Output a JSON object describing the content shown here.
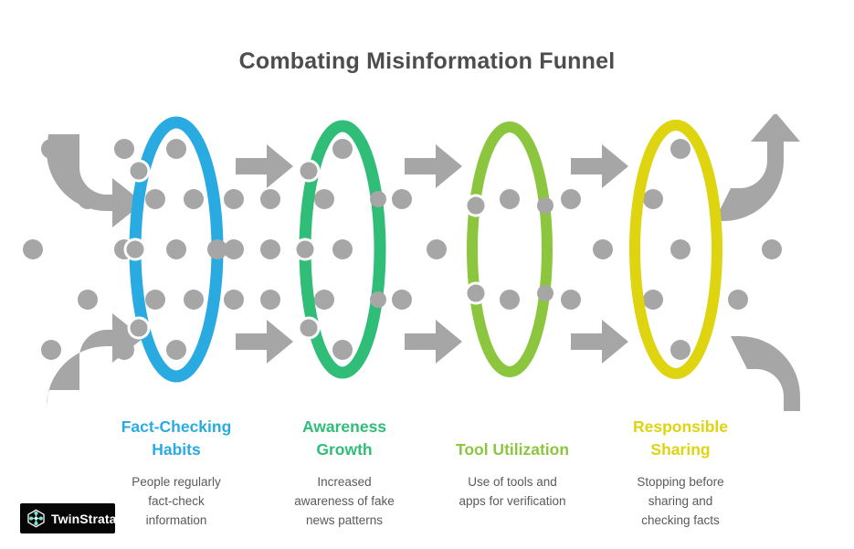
{
  "header": {
    "title": "Combating Misinformation Funnel",
    "title_color": "#4d4d4d"
  },
  "palette": {
    "dot": "#a6a6a6",
    "arrow": "#a6a6a6",
    "background": "#ffffff",
    "description_text": "#595959"
  },
  "funnel": {
    "stages": [
      {
        "index": 1,
        "label": "Fact-Checking\nHabits",
        "description": "People regularly\nfact-check\ninformation",
        "color": "#29abe2",
        "ring_name": "fact-checking-habits-ring"
      },
      {
        "index": 2,
        "label": "Awareness\nGrowth",
        "description": "Increased\nawareness of fake\nnews patterns",
        "color": "#2fbd77",
        "ring_name": "awareness-growth-ring"
      },
      {
        "index": 3,
        "label": "Tool Utilization",
        "description": "Use of tools and\napps for verification",
        "color": "#8cc63f",
        "ring_name": "tool-utilization-ring"
      },
      {
        "index": 4,
        "label": "Responsible\nSharing",
        "description": "Stopping before\nsharing and\nchecking facts",
        "color": "#ded40f",
        "ring_name": "responsible-sharing-ring"
      }
    ],
    "connector_arrows": [
      "arrow-into-stage-1-top",
      "arrow-into-stage-1-bottom",
      "arrow-stage-1-to-2-top",
      "arrow-stage-1-to-2-bottom",
      "arrow-stage-2-to-3-top",
      "arrow-stage-2-to-3-bottom",
      "arrow-stage-3-to-4-top",
      "arrow-stage-3-to-4-bottom",
      "arrow-out-of-stage-4-top",
      "arrow-out-of-stage-4-bottom"
    ]
  },
  "watermark": {
    "brand": "TwinStrata",
    "background": "#060606",
    "text_color": "#ffffff",
    "icon": "hexagon-node-icon"
  }
}
